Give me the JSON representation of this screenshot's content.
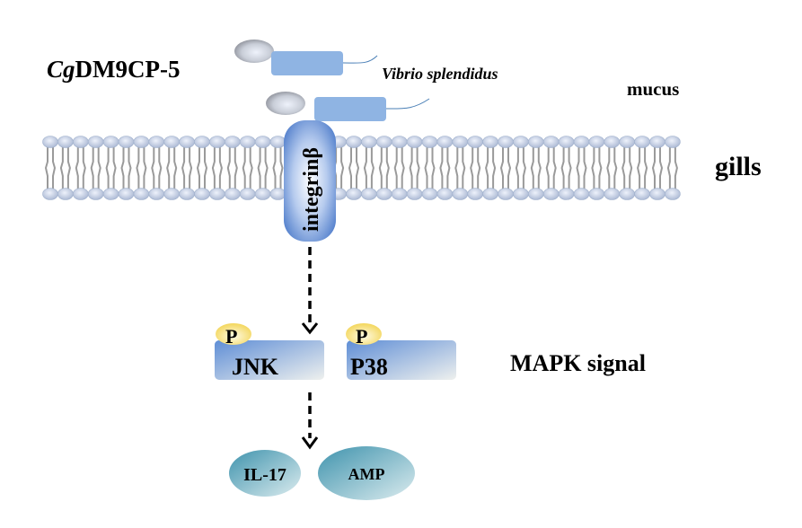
{
  "labels": {
    "protein_prefix": "Cg",
    "protein_suffix": "DM9CP-5",
    "bacterium": "Vibrio splendidus",
    "mucus": "mucus",
    "gills": "gills",
    "receptor": "integrinβ",
    "mapk_signal": "MAPK signal",
    "jnk": "JNK",
    "p38": "P38",
    "phospho_jnk": "P",
    "phospho_p38": "P",
    "il17": "IL-17",
    "amp": "AMP"
  },
  "colors": {
    "bacteria_body": "#8fb4e3",
    "protein_ellipse": "#c8ccd6",
    "lipid_head": "#c4d0e6",
    "lipid_tail": "#9a9a9a",
    "integrin": "#6f97d8",
    "kinase": "#6b96d6",
    "phospho": "#f5dc6a",
    "effector": "#4f9fb4"
  }
}
